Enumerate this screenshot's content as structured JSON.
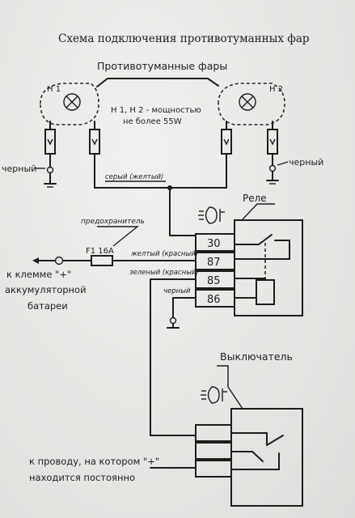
{
  "title": "Схема подключения противотуманных фар",
  "headlights_label": "Противотуманные фары",
  "lamp_left_label": "H 1",
  "lamp_right_label": "H 2",
  "power_note_line1": "H 1, H 2 - мощностью",
  "power_note_line2": "не более 55W",
  "wire_black_left": "черный",
  "wire_black_right": "черный",
  "wire_top_label": "серый (желтый)",
  "relay_label": "Реле",
  "fuse_caption": "предохранитель",
  "fuse_label": "F1 16A",
  "wire_87_label": "желтый (красный)",
  "wire_85_label": "зеленый (красный)",
  "wire_86_label": "черный",
  "battery_line1": "к клемме \"+\"",
  "battery_line2": "аккумуляторной",
  "battery_line3": "батареи",
  "relay_pins": [
    "30",
    "87",
    "85",
    "86"
  ],
  "switch_label": "Выключатель",
  "bottom_line1": "к проводу, на котором \"+\"",
  "bottom_line2": "находится постоянно"
}
